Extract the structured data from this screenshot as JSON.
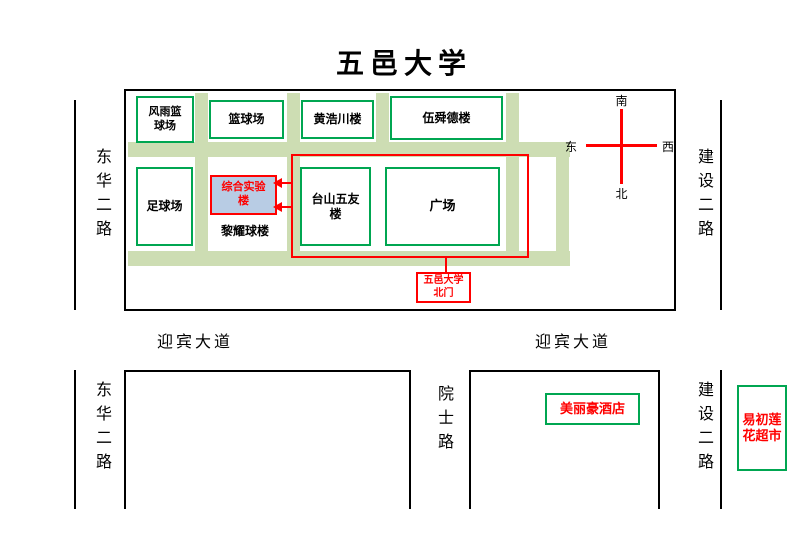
{
  "title": "五邑大学",
  "colors": {
    "building_green": "#00A651",
    "path_green": "#CDDDB3",
    "route_red": "#FF0000",
    "lab_fill": "#B8CCE4"
  },
  "compass": {
    "south": "南",
    "north": "北",
    "east": "东",
    "west": "西"
  },
  "campus": {
    "buildings": {
      "rain_basketball_court": "风雨篮\n球场",
      "basketball_court": "篮球场",
      "huang_haochuan_building": "黄浩川楼",
      "wu_shunde_building": "伍舜德楼",
      "football_field": "足球场",
      "comprehensive_lab_building": "综合实验\n楼",
      "li_yaoqiu_building": "黎耀球楼",
      "taishan_wuyou_building": "台山五友\n楼",
      "plaza": "广场",
      "north_gate": "五邑大学\n北门"
    }
  },
  "roads": {
    "donghua_2nd_road_north": "东华二路",
    "donghua_2nd_road_south": "东华二路",
    "jianshe_2nd_road_north": "建设二路",
    "jianshe_2nd_road_south": "建设二路",
    "yingbin_avenue_west": "迎宾大道",
    "yingbin_avenue_east": "迎宾大道",
    "yuanshi_road": "院士路"
  },
  "landmarks": {
    "hotel": "美丽豪酒店",
    "supermarket": "易初莲\n花超市"
  }
}
